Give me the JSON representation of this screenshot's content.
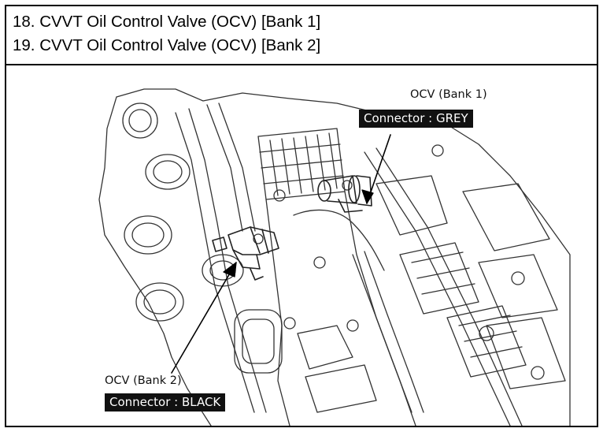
{
  "header": {
    "line1": "18. CVVT Oil Control Valve (OCV) [Bank 1]",
    "line2": "19. CVVT Oil Control Valve (OCV) [Bank 2]"
  },
  "figure": {
    "callout_bank1": {
      "name": "OCV (Bank 1)",
      "connector": "Connector : GREY"
    },
    "callout_bank2": {
      "name": "OCV (Bank 2)",
      "connector": "Connector : BLACK"
    }
  }
}
